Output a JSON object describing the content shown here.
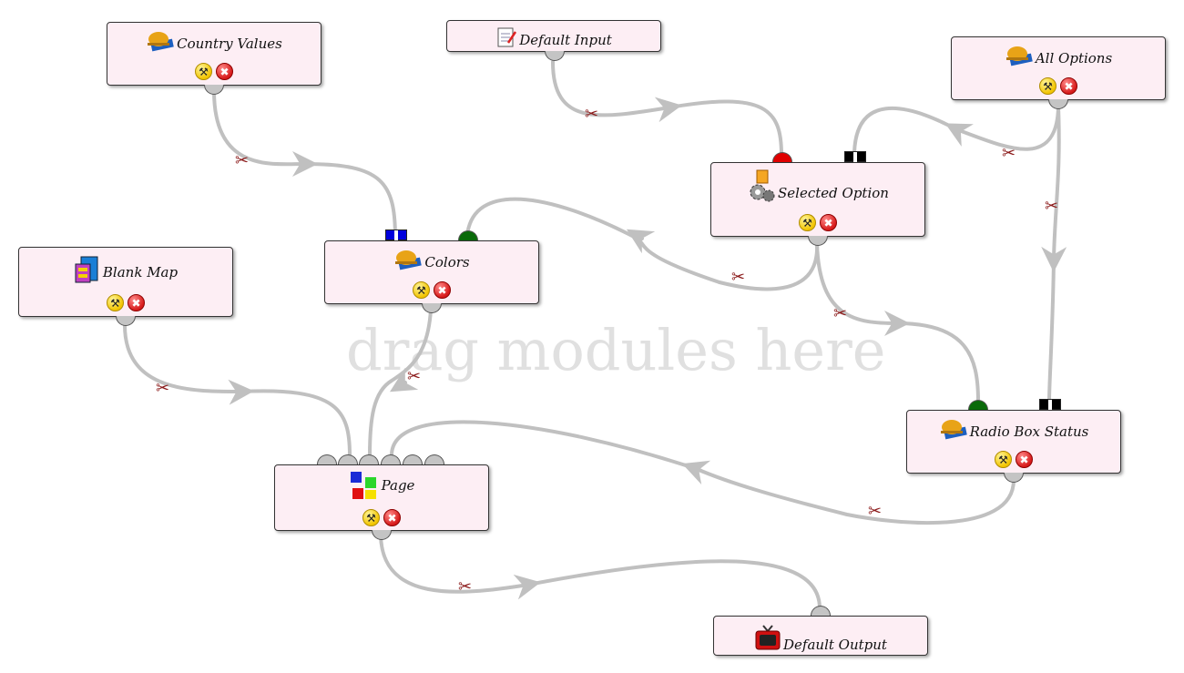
{
  "canvas": {
    "watermark": "drag modules here"
  },
  "modules": [
    {
      "id": "country-values",
      "label": "Country Values",
      "icon": "hardhat-book-icon"
    },
    {
      "id": "default-input",
      "label": "Default Input",
      "icon": "notepad-icon"
    },
    {
      "id": "all-options",
      "label": "All Options",
      "icon": "hardhat-book-icon"
    },
    {
      "id": "selected-option",
      "label": "Selected Option",
      "icon": "gears-icon"
    },
    {
      "id": "blank-map",
      "label": "Blank Map",
      "icon": "file-cabinet-icon"
    },
    {
      "id": "colors",
      "label": "Colors",
      "icon": "hardhat-book-icon"
    },
    {
      "id": "radio-box-status",
      "label": "Radio Box Status",
      "icon": "hardhat-book-icon"
    },
    {
      "id": "page",
      "label": "Page",
      "icon": "puzzle-icon"
    },
    {
      "id": "default-output",
      "label": "Default Output",
      "icon": "tv-icon"
    }
  ],
  "buttons": {
    "edit_glyph": "⚒",
    "delete_glyph": "✖",
    "scissors_glyph": "✂"
  },
  "colors": {
    "module_bg": "#fdeef4",
    "wire": "#c0c0c0",
    "port_gray": "#c4c4c4",
    "port_red": "#e00000",
    "port_green": "#0a6a0a",
    "port_blue": "#0000dd",
    "port_black": "#000000"
  }
}
